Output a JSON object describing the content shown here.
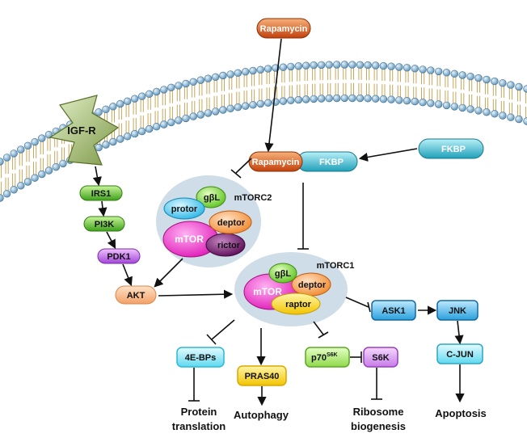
{
  "nodes": {
    "rapamycin_top": "Rapamycin",
    "igf_r": "IGF-R",
    "irs1": "IRS1",
    "pi3k": "PI3K",
    "pdk1": "PDK1",
    "akt": "AKT",
    "rapamycin_complex": "Rapamycin",
    "fkbp_complex": "FKBP",
    "fkbp_free": "FKBP",
    "mtorc2_label": "mTORC2",
    "mtorc2_gbl": "gβL",
    "mtorc2_protor": "protor",
    "mtorc2_mtor": "mTOR",
    "mtorc2_deptor": "deptor",
    "mtorc2_rictor": "rictor",
    "mtorc1_label": "mTORC1",
    "mtorc1_gbl": "gβL",
    "mtorc1_mtor": "mTOR",
    "mtorc1_deptor": "deptor",
    "mtorc1_raptor": "raptor",
    "ask1": "ASK1",
    "jnk": "JNK",
    "cjun": "C-JUN",
    "fourebps": "4E-BPs",
    "pras40": "PRAS40",
    "p70_base": "p70",
    "p70_sup": "S6K",
    "s6k": "S6K"
  },
  "outcomes": {
    "protein_1": "Protein",
    "protein_2": "translation",
    "autophagy": "Autophagy",
    "ribosome_1": "Ribosome",
    "ribosome_2": "biogenesis",
    "apoptosis": "Apoptosis"
  }
}
